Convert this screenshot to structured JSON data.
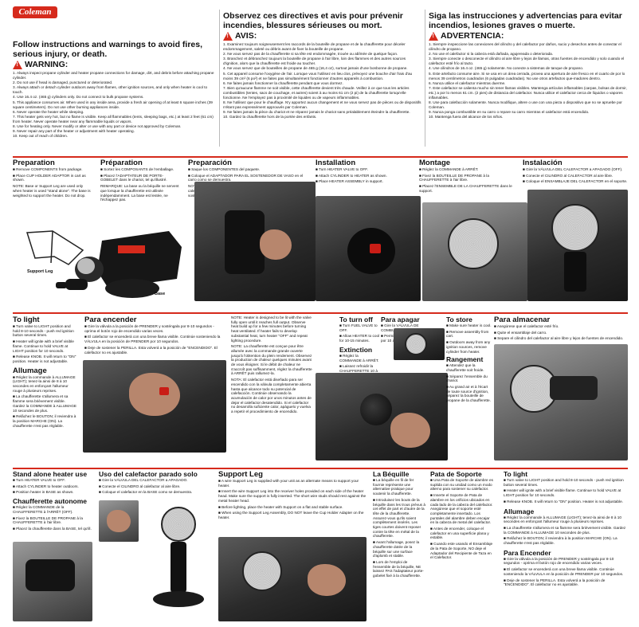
{
  "brand": "Coleman",
  "top": {
    "en": {
      "title": "Follow instructions and warnings to avoid fires, serious injury, or death.",
      "warning_label": "WARNING:",
      "items": [
        "1. Always inspect propane cylinder and heater propane connections for damage, dirt, and debris before attaching propane cylinder.",
        "2. Do not use if head is damaged, punctured or deteriorated.",
        "3. Always attach or detach cylinder outdoors away from flames, other ignition sources, and only when heater is cool to touch.",
        "4. Use 16.4 oz. (465 g) cylinders only. Do not connect to bulk propane systems.",
        "5. This appliance consumes air. When used in any inside area, provide a fresh air opening of at least 6 square inches (39 square centimeters). Do not use other burning appliances inside.",
        "6. Never operate the heater while sleeping.",
        "7. This heater gets very hot, but no flame is visible. Keep all flammables (tents, sleeping bags, etc.) at least 2 feet (61 cm) from heater. Never operate heater near any flammable liquids or vapors.",
        "8. Use for heating only. Never modify or alter or use with any part or device not approved by Coleman.",
        "9. Never repair any part of the heater or adjustment with heater operating.",
        "10. Keep out of reach of children."
      ]
    },
    "fr": {
      "title": "Observez ces directives et avis pour prévenir incendies, blessures sérieuses ou mort.",
      "warning_label": "AVIS:",
      "items": [
        "1. Examinez toujours soigneusement les raccords de la bouteille de propane et de la chaufferette pour déceler endommagement, saleté ou débris avant de fixer la bouteille de propane.",
        "2. Ne vous servez pas de la chaufferette si sa tête est endommagée, trouée ou abîmée de quelque façon.",
        "3. Branchez et débranchez toujours la bouteille de propane à l'air libre, loin des flammes et des autres sources d'ignition, alors que la chaufferette est froide au toucher.",
        "4. Ne vous servez que de bouteilles de propane de 465 g (16,4 oz), surtout jamais d'une bonbonne de propane.",
        "5. Cet appareil consume l'oxygène de l'air. Lorsque vous l'utilisez en lieu clos, prévoyez une bouche d'air frais d'au moins 39 cm² (6 po²) et ne faites pas simultanément fonctionner d'autres appareils à combustion.",
        "6. Ne faites jamais fonctionner la chaufferette pendant que vous dormez.",
        "7. Bien qu'aucune flamme ne soit visible, cette chaufferette devient très chaude. Veillez à ce que tous les articles combustibles (tentes, sacs de couchage, et autres) soient à au moins 61 cm (2 pi) de la chaufferette lorsqu'elle fonctionne. Ne l'employez pas à proximité de liquides ou de vapeurs inflammables.",
        "8. Ne l'utilisez que pour le chauffage. N'y apportez aucun changement et ne vous servez pas de pièces ou de dispositifs n'étant pas expressément approuvés par Coleman.",
        "9. Ne faites jamais la pièce du chariot et ne réparez jamais le chariot sans préalablement éteindre la chaufferette.",
        "10. Gardez la chaufferette hors de la portée des enfants."
      ]
    },
    "es": {
      "title": "Siga las instrucciones y advertencias para evitar incendios, lesiones graves o muerte.",
      "warning_label": "ADVERTENCIA:",
      "items": [
        "1. Siempre inspeccione las conexiones del cilindro y del calefactor por daños, sucio y desechos antes de conectar el cilindro de propano.",
        "2. No use el calefactor si la cabeza está dañada, agujereada o deteriorada.",
        "3. Siempre conecte o desconecte el cilindro al aire libre y lejos de llamas, otras fuentes de encendido y solo cuando el calefactor esté frío al tacto.",
        "4. Use cilindros de 16.4 oz. (465 g) solamente. No conecte a sistemas de tanque de propano.",
        "5. Este artefacto consume aire. Si se usa en un área cerrada, provea una apertura de aire fresco en el cuarto de por lo menos 39 centímetros cuadrados (6 pulgadas cuadradas). No use otros artefactos que-madores dentro.",
        "6. Nunca utilice el calefactor mientras duerme.",
        "7. Este calefactor se calienta mucho sin tener llamas visibles. Mantenga artículos inflamables (carpas, bolsas de dormir, etc.) a por lo menos 61 cm. (2 pies) de distancia del calefactor. Nunca utilice el calefactor cerca de líquidos o vapores inflamables.",
        "8. Use para calefacción solamente. Nunca modifique, altere o use con una pieza o dispositivo que no se apruebe por Coleman.",
        "9. Nunca ponga combustible en su carro o repare su carro mientras el calefactor está encendido.",
        "10. Mantenga fuera del alcance de los niños."
      ]
    }
  },
  "row1": {
    "prep_en": {
      "title": "Preparation",
      "text": [
        "■ Remove COMPONENTS from package.",
        "■ Place CUP HOLDER ADAPTOR in cart as shown.",
        "NOTE: Base or Support Leg are used only when heater is used \"stand alone\". The base is weighted to support the heater. Do not drop."
      ],
      "label_support": "Support Leg",
      "label_base": "Base"
    },
    "prep_fr": {
      "title": "Préparation",
      "text": [
        "■ Sortez les COMPOSANTS de l'emballage.",
        "■ Placez l'ADAPTATEUR DE PORTE-GOBELET dans le chariot, tel qu'illustré.",
        "REMARQUE: La base ou la béquille ne servent que lorsque la chaufferette est utilisée indépendamment. La base est lestée, ne l'échappez pas."
      ]
    },
    "prep_es": {
      "title": "Preparación",
      "text": [
        "■ Saque los COMPONENTES del paquete.",
        "■ Coloque el ADAPTADOR PARA EL SOSTENEDOR DE VASO en el carro como se demuestra.",
        "NOTA: La Base o la Pata de Soporte es usada solamente cuando el calefactor es usado \"Parado Solo\". La base tiene peso para poder sostener el calefactor. No la deje caer."
      ]
    },
    "install_en": {
      "title": "Installation",
      "text": [
        "■ Turn HEATER VALVE to OFF.",
        "■ Attach CYLINDER to HEATER as shown.",
        "■ Place HEATER ASSEMBLY in support."
      ]
    },
    "montage": {
      "title": "Montage",
      "text": [
        "■ Réglez la COMMANDE à ARRÊT.",
        "■ Fixez la BOUTEILLE DE PROPANE à la CHAUFFERETTE à l'air libre.",
        "■ Placez l'ENSEMBLE DE LA CHAUFFERETTE dans le support."
      ]
    },
    "install_es": {
      "title": "Instalación",
      "text": [
        "■ Gire la VÁLVULA DEL CALEFACTOR a APAGADO (OFF).",
        "■ Conecte el CILINDRO al CALEFACTOR al aire libre.",
        "■ Coloque el ENSAMBLAJE DEL CALEFACTOR en el soporte."
      ]
    }
  },
  "row2": {
    "light_en": {
      "title": "To light",
      "text": [
        "■ Turn valve to LIGHT position and hold 8-10 seconds - push red ignition button several times.",
        "■ Heater will ignite with a brief visible flame. Continue to hold VALVE at LIGHT position for 10 seconds.",
        "■ Release KNOB. It will return to \"ON\" position. Heater is not adjustable."
      ]
    },
    "allumage": {
      "title": "Allumage",
      "text": [
        "■ Réglez la commande à ALLUMAGE (LIGHT); tenez-la ainsi de 8 à 10 secondes en enfonçant l'allumeur rouge à plusieurs reprises.",
        "■ La chaufferette s'allumera et sa flamme sera brièvement visible. Gardez la COMMANDE à ALLUMAGE 10 secondes de plus.",
        "■ Relâchez le BOUTON; il reviendra à la position MARCHE (ON). La chaufferette n'est pas réglable."
      ]
    },
    "encender_1": {
      "title": "Para encender",
      "text": [
        "■ Gire la válvula a la posición de PRENDER y sosténgala por 8-10 segundos - oprima el botón rojo de encendido varias veces.",
        "■ El calefactor se encenderá con una breve llama visible. Continúe sosteniendo la VÁLVULA en la posición de PRENDER por 10 segundos.",
        "■ Deje de sostener la PERILLA. Esta volverá a la posición de \"ENCENDIDO\". El calefactor no es ajustable."
      ]
    },
    "notes": [
      "NOTE: Heater is designed to be lit with the valve fully open until it reaches full output. Observe heat build up for a few minutes before turning heat ventilated. If heater fails to develop substantial heat, turn heater \"OFF\" and repeat lighting procedure.",
      "NOTE: La chaufferette est conçue pour être allumée avec la commande grande ouverte jusqu'à l'obtention du plein rendement. Observez la production de chaleur quelques minutes avant de vous éloigner. Si le débit de chaleur ne s'accroît pas suffisamment, réglez la chaufferette à ARRÊT puis rallumez-la.",
      "NOTA: El calefactor está diseñado para ser encendido con la válvula completamente abierta hasta que alcance todo su potencial de calefacción. Continúe observando la acumulación de calor por unos minutos antes de dejar el calefactor desatendido. Si el calefactor no desarrolla suficiente calor, apáguelo y vuelva a repetir el procedimiento de encendido."
    ],
    "turnoff": {
      "title": "To turn off",
      "text": [
        "■ Turn FUEL VALVE to OFF.",
        "■ Allow HEATER to cool for 10-15 minutes."
      ]
    },
    "extinction": {
      "title": "Extinction",
      "text": [
        "■ Réglez la COMMANDE à ARRÊT.",
        "■ Laissez refroidir la CHAUFFERETTE 10 à 15 minutes."
      ]
    },
    "apagar": {
      "title": "Para apagar",
      "text": [
        "■ Gire la VÁLVULA DE COMBUSTIBLE a APAGADA (OFF).",
        "■ Permita que el calefactor se enfríe por 10 a 15 minutos."
      ]
    },
    "store": {
      "title": "To store",
      "text": [
        "■ Make sure heater is cool.",
        "■ Remove assembly from cart.",
        "■ Outdoors away from any ignition sources, remove cylinder from heater."
      ]
    },
    "rangement": {
      "title": "Rangement",
      "text": [
        "■ Attendez que la chaufferette soit froide.",
        "■ Séparez l'ensemble du chariot.",
        "■ Au grand air et à l'écart de toute source d'ignition, séparez la bouteille de propane de la chaufferette."
      ]
    },
    "almacenar": {
      "title": "Para almacenar",
      "text": [
        "■ Asegúrese que el calefactor esté frío.",
        "■ Quite el ensamblaje del carro.",
        "■ Separe el cilindro del calefactor al aire libre y lejos de fuentes de encendido."
      ]
    }
  },
  "row3": {
    "standalone": {
      "title": "Stand alone heater use",
      "text": [
        "■ Turn HEATER VALVE to OFF.",
        "■ Attach CYLINDER to heater outdoors.",
        "■ Position heater in BASE as shown."
      ]
    },
    "autonome": {
      "title": "Chaufferette autonome",
      "text": [
        "■ Réglez la COMMANDE de la CHAUFFERETTE à l'ARRÊT (OFF).",
        "■ Fixez la BOUTEILLE DE PROPANE à la CHAUFFERETTE à l'air libre.",
        "■ Placez la chaufferette dans la BASE, tel qu'ill."
      ]
    },
    "solo": {
      "title": "Uso del calefactor parado solo",
      "text": [
        "■ Gire la VÁLVULA DEL CALEFACTOR a APAGADO.",
        "■ Conecte el CILINDRO al calefactor al aire libre.",
        "■ Coloque el calefactor en la BASE como se demuestra."
      ]
    },
    "support_leg": {
      "title": "Support Leg",
      "text": [
        "■ A wire Support Leg is supplied with your unit as an alternate means to support your heater.",
        "■ Insert the wire Support Leg into the receiver holes provided on each side of the heater head. Make sure the support is fully inserted. The short wire studs should rest against the metal heater head.",
        "■ Before lighting, place the heater with Support on a flat and stable surface.",
        "■ When using the Support Leg Assembly, DO NOT leave the Cup Holder Adapter on the heater."
      ]
    },
    "bequille": {
      "title": "La Béquille",
      "text": [
        "■ La béquille en fil de fer fournie représente une alternative pratique pour soutenir la chaufferette.",
        "■ Introduisez les bouts de la béquille dans les trous prévus à cet effet de part et d'autre de la tête de la chaufferette. Assurez-vous qu'ils soient complètement insérés. Les tiges courtes doivent reposer contre la tête en métal de la chaufferette.",
        "■ Avant l'allumage, posez la chaufferette dotée de la béquille sur une surface d'aplomb et stable.",
        "■ Lors de l'emploi de l'ensemble de la béquille, NE laissez PAS l'adaptateur porte-gobelet fixé à la chaufferette."
      ]
    },
    "pata": {
      "title": "Pata de Soporte",
      "text": [
        "■ Una Pata de Soporte de alambre es suplida con su unidad como un modo alterno para sostener su calefactor.",
        "■ Inserte el Soporte de Pata de alambre en los orificios ubicados en cada lado de la cabeza del calefactor. Asegúrese que el soporte esté completamente insertado. Los puntales del alambre deben encajar en la cabeza de metal del calefactor.",
        "■ Antes de encender, coloque el calefactor en una superficie plana y estable.",
        "■ Cuando este usando el Ensamblaje de la Pata de Soporte, NO deje el Adaptador del Recipiente de Taza en el Calefactor."
      ]
    },
    "light2": {
      "title": "To light",
      "text": [
        "■ Turn valve to LIGHT position and hold 8-10 seconds - push red ignition button several times.",
        "■ Heater will ignite with a brief visible flame. Continue to hold VALVE at LIGHT position for 10 seconds.",
        "■ Release KNOB. It will return to \"ON\" position. Heater is not adjustable."
      ]
    },
    "allumage2": {
      "title": "Allumage",
      "text": [
        "■ Réglez la commande à ALLUMAGE (LIGHT); tenez-la ainsi de 8 à 10 secondes en enfonçant l'allumeur rouge à plusieurs reprises.",
        "■ La chaufferette s'allumera et sa flamme sera brièvement visible. Gardez la COMMANDE à ALLUMAGE 10 secondes de plus.",
        "■ Relâchez le BOUTON; il reviendra à la position MARCHE (ON). La chaufferette n'est pas réglable."
      ]
    },
    "encender2": {
      "title": "Para Encender",
      "text": [
        "■ Gire la válvula a la posición de PRENDER y sosténgala por 8-10 segundos - oprima el botón rojo de encendido varias veces.",
        "■ El calefactor se encenderá con una breve llama visible. Continúe sosteniendo la VÁLVULA en la posición de PRENDER por 10 segundos.",
        "■ Deje de sostener la PERILLA. Esta volverá a la posición de \"ENCENDIDO\". El calefactor no es ajustable."
      ]
    }
  }
}
